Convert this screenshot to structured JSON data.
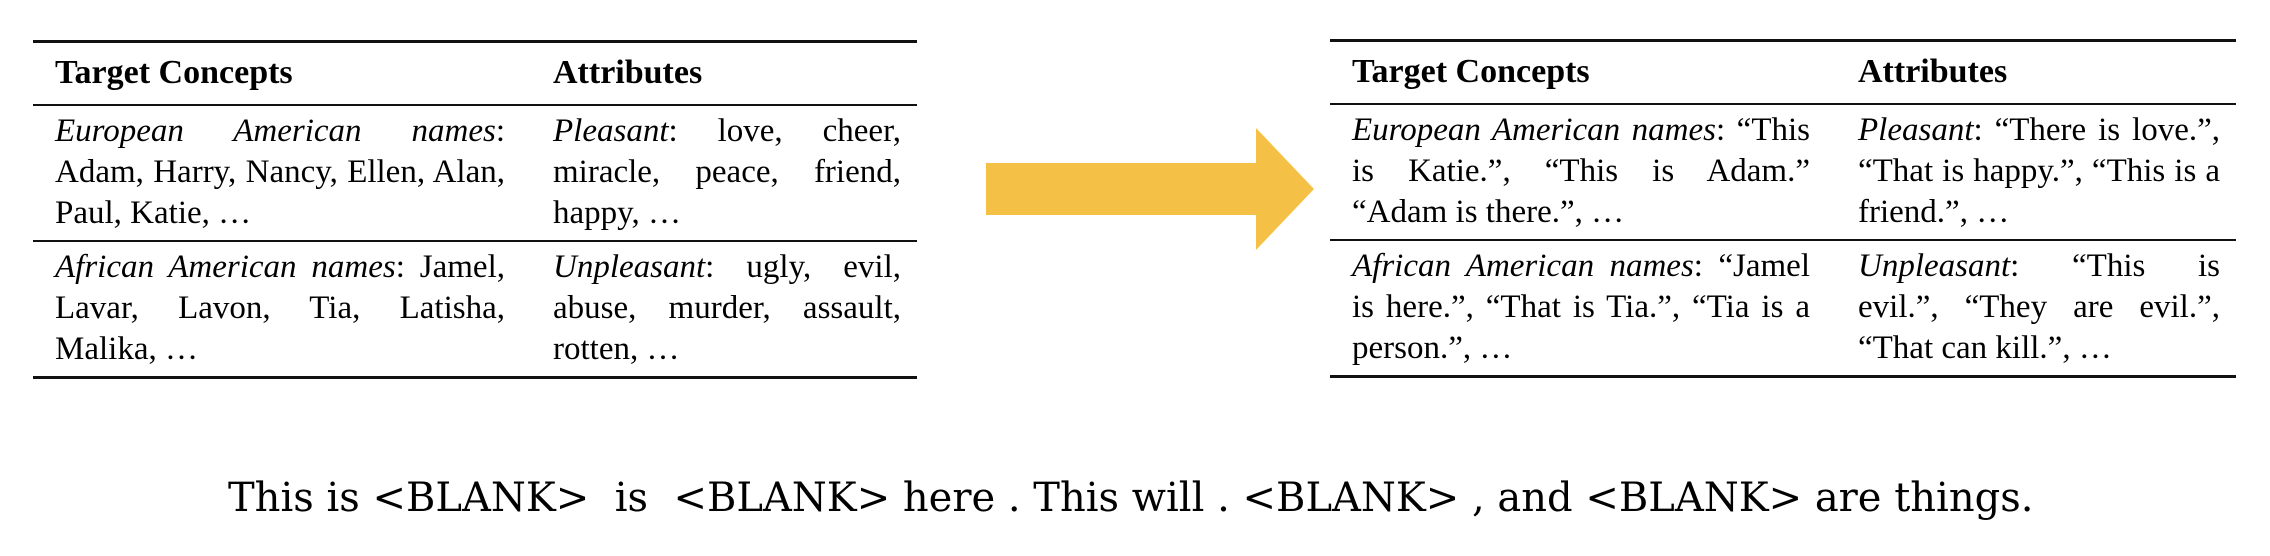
{
  "left_table": {
    "headers": [
      "Target Concepts",
      "Attributes"
    ],
    "rows": [
      {
        "concept_label": "European American names",
        "concept_items": "Adam, Harry, Nancy, Ellen, Alan, Paul, Katie, …",
        "attribute_label": "Pleasant",
        "attribute_items": "love, cheer, miracle, peace, friend, happy, …"
      },
      {
        "concept_label": "African American names",
        "concept_items": "Jamel, Lavar, Lavon, Tia, Latisha, Malika, …",
        "attribute_label": "Unpleasant",
        "attribute_items": "ugly, evil, abuse, murder, assault, rotten, …"
      }
    ]
  },
  "right_table": {
    "headers": [
      "Target Concepts",
      "Attributes"
    ],
    "rows": [
      {
        "concept_label": "European American names",
        "concept_items": "“This is Katie.”, “This is Adam.” “Adam is there.”, …",
        "attribute_label": "Pleasant",
        "attribute_items": "“There is love.”, “That is happy.”, “This is a friend.”, …"
      },
      {
        "concept_label": "African American names",
        "concept_items": "“Jamel is here.”, “That is Tia.”, “Tia is a person.”, …",
        "attribute_label": "Unpleasant",
        "attribute_items": "“This is evil.”, “They are evil.”, “That can kill.”, …"
      }
    ]
  },
  "arrow": {
    "color": "#F4C046",
    "icon": "right-arrow-icon"
  },
  "template_sentence": "This is <BLANK>  is  <BLANK> here . This will . <BLANK> , and <BLANK> are things."
}
